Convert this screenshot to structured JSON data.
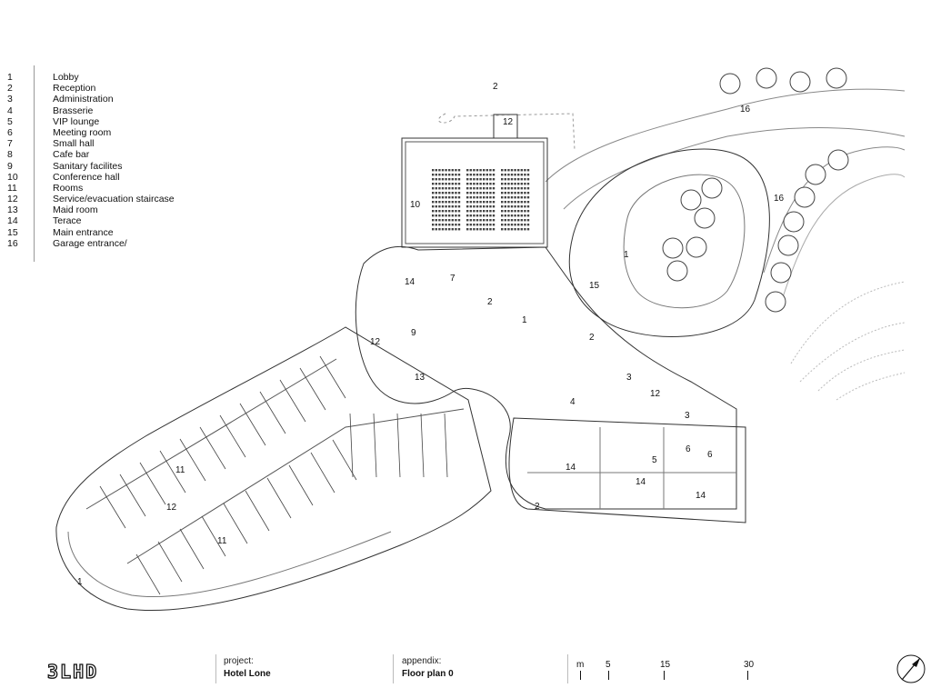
{
  "legend": [
    {
      "num": "1",
      "label": "Lobby"
    },
    {
      "num": "2",
      "label": "Reception"
    },
    {
      "num": "3",
      "label": "Administration"
    },
    {
      "num": "4",
      "label": "Brasserie"
    },
    {
      "num": "5",
      "label": "VIP lounge"
    },
    {
      "num": "6",
      "label": "Meeting room"
    },
    {
      "num": "7",
      "label": "Small hall"
    },
    {
      "num": "8",
      "label": "Cafe bar"
    },
    {
      "num": "9",
      "label": "Sanitary facilites"
    },
    {
      "num": "10",
      "label": "Conference hall"
    },
    {
      "num": "11",
      "label": "Rooms"
    },
    {
      "num": "12",
      "label": "Service/evacuation staircase"
    },
    {
      "num": "13",
      "label": "Maid room"
    },
    {
      "num": "14",
      "label": "Terace"
    },
    {
      "num": "15",
      "label": "Main entrance"
    },
    {
      "num": "16",
      "label": "Garage entrance/"
    }
  ],
  "plan_labels": [
    "2",
    "12",
    "16",
    "16",
    "10",
    "1",
    "15",
    "7",
    "14",
    "2",
    "1",
    "12",
    "9",
    "2",
    "13",
    "3",
    "12",
    "4",
    "3",
    "6",
    "6",
    "5",
    "14",
    "14",
    "14",
    "11",
    "12",
    "11",
    "1",
    "2"
  ],
  "footer": {
    "logo": "3LHD",
    "project_caption": "project:",
    "project_value": "Hotel Lone",
    "appendix_caption": "appendix:",
    "appendix_value": "Floor plan 0",
    "scale_unit": "m",
    "scale_marks": [
      "5",
      "15",
      "30"
    ]
  },
  "colors": {
    "line": "#333333",
    "light_line": "#999999",
    "background": "#ffffff"
  },
  "icons": {
    "north_arrow": "north-arrow-icon"
  }
}
